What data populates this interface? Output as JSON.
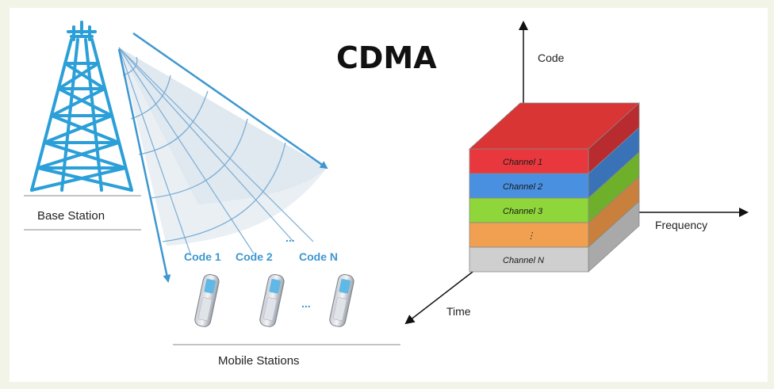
{
  "title": "CDMA",
  "left": {
    "base_station_label": "Base Station",
    "mobile_stations_label": "Mobile Stations",
    "codes": [
      "Code 1",
      "Code 2",
      "Code N"
    ],
    "ellipsis_top": "...",
    "ellipsis_between_phones": "..."
  },
  "right": {
    "axis_code": "Code",
    "axis_frequency": "Frequency",
    "axis_time": "Time",
    "channels": [
      {
        "label": "Channel 1",
        "color": "#e8383d"
      },
      {
        "label": "Channel 2",
        "color": "#4a90e0"
      },
      {
        "label": "Channel 3",
        "color": "#8fd63a"
      },
      {
        "label": "⋮",
        "color": "#f0a050"
      },
      {
        "label": "Channel N",
        "color": "#cfcfcf"
      }
    ]
  },
  "colors": {
    "accent_blue": "#3d97d0",
    "tower_blue": "#2b9fd8"
  }
}
